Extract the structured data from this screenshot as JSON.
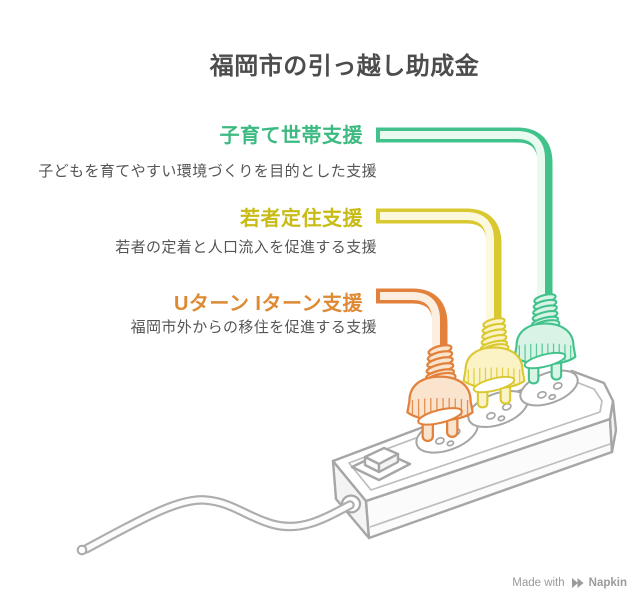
{
  "title": "福岡市の引っ越し助成金",
  "items": [
    {
      "label": "子育て世帯支援",
      "description": "子どもを育てやすい環境づくりを目的とした支援",
      "color": "#3cba81",
      "stroke": "#41c28b",
      "cordfill": "#e9faf1",
      "plugfill": "#d9f4e7"
    },
    {
      "label": "若者定住支援",
      "description": "若者の定着と人口流入を促進する支援",
      "color": "#c8bb15",
      "stroke": "#d9c82f",
      "cordfill": "#fcf8de",
      "plugfill": "#fbf3c6"
    },
    {
      "label": "Uターン Iターン支援",
      "description": "福岡市外からの移住を促進する支援",
      "color": "#de8a33",
      "stroke": "#e2813c",
      "cordfill": "#fcefe0",
      "plugfill": "#fae4ce"
    }
  ],
  "footer": {
    "made_with": "Made with",
    "brand": "Napkin"
  },
  "colors": {
    "title": "#4c4c4c",
    "description": "#555555",
    "footer": "#9b9b9b",
    "strip": "#a6a6a6"
  }
}
